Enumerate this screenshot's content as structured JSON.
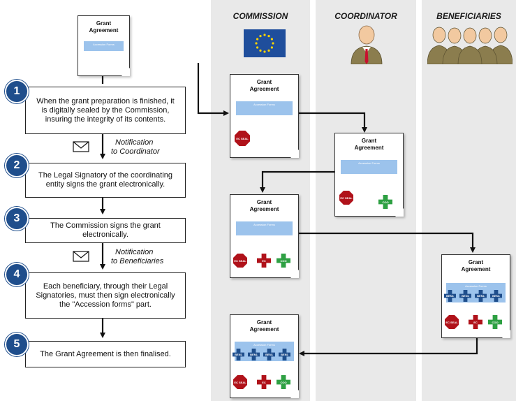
{
  "lanes": {
    "commission": "COMMISSION",
    "coordinator": "COORDINATOR",
    "beneficiaries": "BENEFICIARIES"
  },
  "document": {
    "title_line1": "Grant",
    "title_line2": "Agreement",
    "form_label": "Accession Forms"
  },
  "steps": [
    {
      "num": "1",
      "text": "When the grant preparation is finished, it is digitally sealed by the Commission, insuring the integrity of its contents."
    },
    {
      "num": "2",
      "text": "The Legal Signatory of the coordinating entity signs the grant electronically."
    },
    {
      "num": "3",
      "text": "The Commission signs the grant electronically."
    },
    {
      "num": "4",
      "text": "Each beneficiary, through their Legal Signatories, must then sign electronically the \"Accession forms\" part."
    },
    {
      "num": "5",
      "text": "The Grant Agreement is then finalised."
    }
  ],
  "notifications": [
    {
      "line1": "Notification",
      "line2": "to Coordinator"
    },
    {
      "line1": "Notification",
      "line2": "to Beneficiaries"
    }
  ],
  "seals": {
    "ec_seal": "EC SEAL",
    "ec": "EC",
    "coo": "COO",
    "ben": "BEN1"
  },
  "colors": {
    "lane_bg": "#e9e9e9",
    "step_circle": "#1f4e8c",
    "form_fill": "#9cc3ec",
    "seal_red": "#b0121a",
    "seal_green": "#2ea043",
    "seal_blue": "#1f4e8c",
    "eu_flag": "#1f4e9c",
    "eu_stars": "#ffd400"
  }
}
